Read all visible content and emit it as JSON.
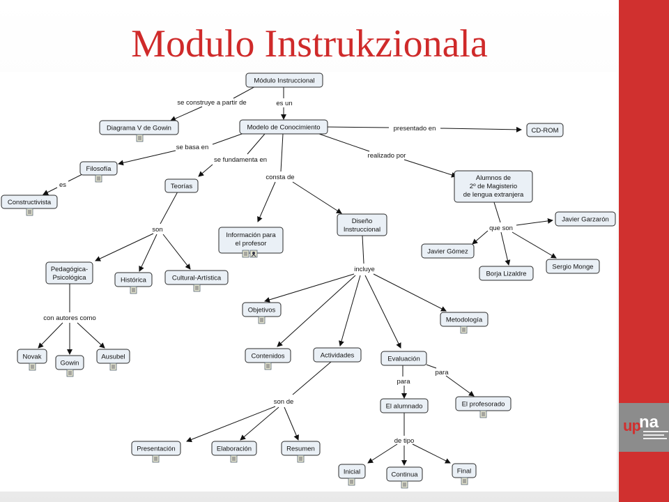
{
  "slide": {
    "title": "Modulo Instrukzionala"
  },
  "logo": {
    "up": "up",
    "na": "na"
  },
  "colors": {
    "accent": "#d0302f",
    "node_fill": "#eaf0f6",
    "text": "#111111"
  },
  "concepts": {
    "modulo": "Módulo Instruccional",
    "diagrama": "Diagrama V de Gowin",
    "modelo": "Modelo de Conocimiento",
    "cdrom": "CD-ROM",
    "filosofia": "Filosofía",
    "constructivista": "Constructivista",
    "teorias": "Teorías",
    "alumnos": [
      "Alumnos de",
      "2º de Magisterio",
      "de lengua extranjera"
    ],
    "informacion": [
      "Información para",
      "el profesor"
    ],
    "diseno": [
      "Diseño",
      "Instruccional"
    ],
    "javier_garzaron": "Javier Garzarón",
    "javier_gomez": "Javier Gómez",
    "sergio": "Sergio Monge",
    "borja": "Borja Lizaldre",
    "pedagogica": [
      "Pedagógica-",
      "Psicológica"
    ],
    "historica": "Histórica",
    "cultural": "Cultural-Artística",
    "objetivos": "Objetivos",
    "metodologia": "Metodología",
    "novak": "Novak",
    "gowin": "Gowin",
    "ausubel": "Ausubel",
    "contenidos": "Contenidos",
    "actividades": "Actividades",
    "evaluacion": "Evaluación",
    "alumnado": "El alumnado",
    "profesorado": "El profesorado",
    "presentacion": "Presentación",
    "elaboracion": "Elaboración",
    "resumen": "Resumen",
    "inicial": "Inicial",
    "continua": "Continua",
    "final": "Final"
  },
  "links": {
    "se_construye": "se construye a partir de",
    "es_un": "es un",
    "presentado_en": "presentado en",
    "se_basa_en": "se basa en",
    "se_fundamenta_en": "se fundamenta en",
    "realizado_por": "realizado por",
    "es": "es",
    "consta_de": "consta de",
    "son": "son",
    "que_son": "que son",
    "incluye": "incluye",
    "con_autores_como": "con autores como",
    "son_de": "son de",
    "para_1": "para",
    "para_2": "para",
    "de_tipo": "de tipo"
  }
}
